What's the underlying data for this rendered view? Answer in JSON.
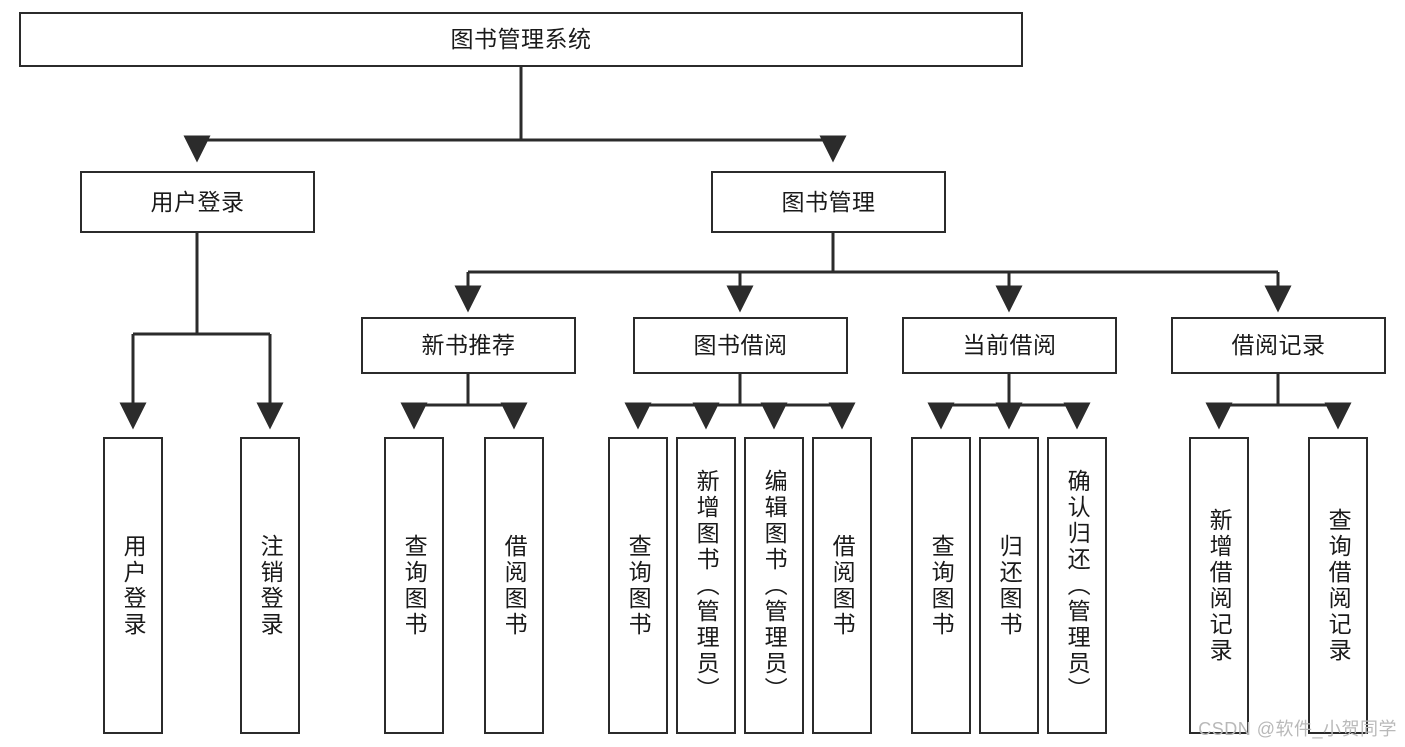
{
  "diagram": {
    "title": "图书管理系统",
    "watermark": "CSDN @软件_小贺同学",
    "stroke_color": "#2b2b2b",
    "background_color": "#ffffff",
    "text_color": "#1a1a1a",
    "root": {
      "label": "图书管理系统"
    },
    "level2": [
      {
        "label": "用户登录"
      },
      {
        "label": "图书管理"
      }
    ],
    "level3": [
      {
        "label": "新书推荐"
      },
      {
        "label": "图书借阅"
      },
      {
        "label": "当前借阅"
      },
      {
        "label": "借阅记录"
      }
    ],
    "leaves": {
      "user_login": [
        {
          "label": "用户登录"
        },
        {
          "label": "注销登录"
        }
      ],
      "new_book_recommend": [
        {
          "label": "查询图书"
        },
        {
          "label": "借阅图书"
        }
      ],
      "book_borrow": [
        {
          "label": "查询图书"
        },
        {
          "label": "新增图书（管理员）"
        },
        {
          "label": "编辑图书（管理员）"
        },
        {
          "label": "借阅图书"
        }
      ],
      "current_borrow": [
        {
          "label": "查询图书"
        },
        {
          "label": "归还图书"
        },
        {
          "label": "确认归还（管理员）"
        }
      ],
      "borrow_record": [
        {
          "label": "新增借阅记录"
        },
        {
          "label": "查询借阅记录"
        }
      ]
    }
  }
}
